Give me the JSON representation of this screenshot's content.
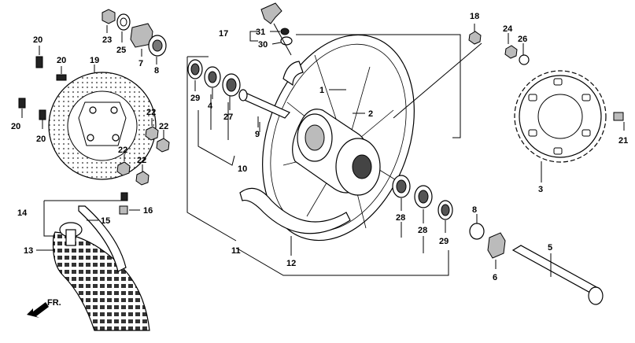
{
  "parts": {
    "p1": "1",
    "p2": "2",
    "p3": "3",
    "p4": "4",
    "p5": "5",
    "p6": "6",
    "p7": "7",
    "p8": "8",
    "p9": "9",
    "p10": "10",
    "p11": "11",
    "p12": "12",
    "p13": "13",
    "p14": "14",
    "p15": "15",
    "p16": "16",
    "p17": "17",
    "p18": "18",
    "p19": "19",
    "p20": "20",
    "p21": "21",
    "p22": "22",
    "p23": "23",
    "p24": "24",
    "p25": "25",
    "p26": "26",
    "p27": "27",
    "p28": "28",
    "p29": "29",
    "p30": "30",
    "p31": "31"
  },
  "front_marker": "FR."
}
